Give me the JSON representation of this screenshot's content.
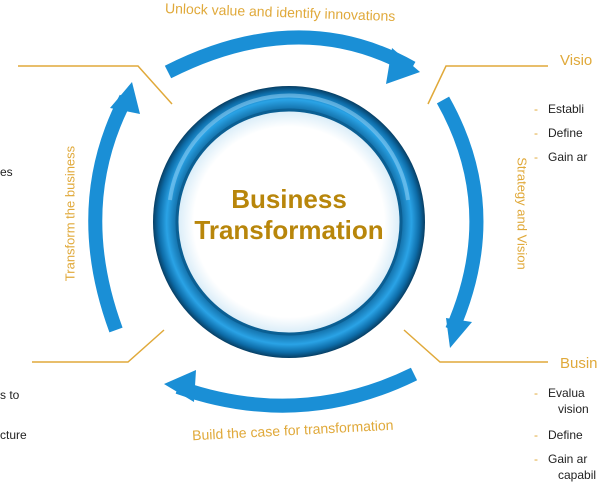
{
  "center": {
    "line1": "Business",
    "line2": "Transformation"
  },
  "arrows": {
    "top": "Unlock value and identify innovations",
    "right": "Strategy and Vision",
    "bottom": "Build the case for transformation",
    "left": "Transform the business"
  },
  "right_top_panel": {
    "title": "Visio",
    "items": [
      "Establi",
      "Define",
      "Gain ar"
    ]
  },
  "right_bottom_panel": {
    "title": "Busin",
    "items": [
      {
        "line1": "Evalua",
        "line2": "vision"
      },
      {
        "line1": "Define",
        "line2": ""
      },
      {
        "line1": "Gain ar",
        "line2": "capabil"
      }
    ]
  },
  "left_fragments": {
    "top_fragment": "es",
    "bottom_fragment_1": "s to",
    "bottom_fragment_2": "cture"
  },
  "colors": {
    "blue": "#1a8fd6",
    "ring_dark": "#0b5f93",
    "gold": "#e0a93a",
    "title_gold": "#b8860b"
  }
}
